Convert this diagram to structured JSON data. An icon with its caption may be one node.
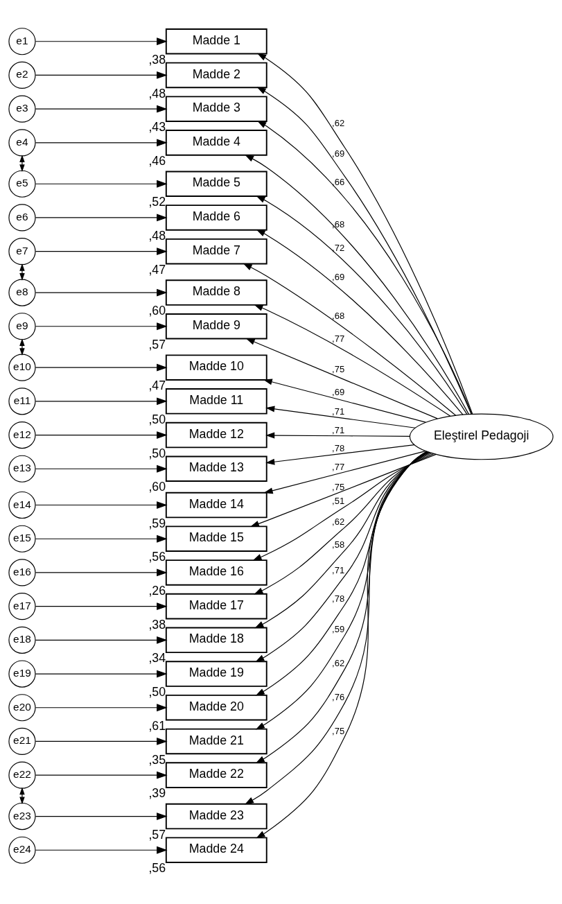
{
  "diagram": {
    "nodes": [
      {
        "text": [
          "e1"
        ]
      },
      {
        "text": [
          "e2"
        ]
      },
      {
        "text": [
          "e3"
        ]
      },
      {
        "text": [
          "e4"
        ]
      },
      {
        "text": [
          "e5"
        ]
      },
      {
        "text": [
          "e6"
        ]
      },
      {
        "text": [
          "e7"
        ]
      },
      {
        "text": [
          "e8"
        ]
      },
      {
        "text": [
          "e9"
        ]
      },
      {
        "text": [
          "e10"
        ]
      },
      {
        "text": [
          "e11"
        ]
      },
      {
        "text": [
          "e12"
        ]
      },
      {
        "text": [
          "e13"
        ]
      },
      {
        "text": [
          "e14"
        ]
      },
      {
        "text": [
          "e15"
        ]
      },
      {
        "text": [
          "e16"
        ]
      },
      {
        "text": [
          "e17"
        ]
      },
      {
        "text": [
          "e18"
        ]
      },
      {
        "text": [
          "e19"
        ]
      },
      {
        "text": [
          "e20"
        ]
      },
      {
        "text": [
          "e21"
        ]
      },
      {
        "text": [
          "e22"
        ]
      },
      {
        "text": [
          "e23"
        ]
      },
      {
        "text": [
          "e24"
        ]
      },
      {
        "text": [
          "Madde 1"
        ],
        "beside": [
          ",38"
        ]
      },
      {
        "text": [
          "Madde 2"
        ],
        "beside": [
          ",48"
        ]
      },
      {
        "text": [
          "Madde 3"
        ],
        "beside": [
          ",43"
        ]
      },
      {
        "text": [
          "Madde 4"
        ],
        "beside": [
          ",46"
        ]
      },
      {
        "text": [
          "Madde 5"
        ],
        "beside": [
          ",52"
        ]
      },
      {
        "text": [
          "Madde 6"
        ],
        "beside": [
          ",48"
        ]
      },
      {
        "text": [
          "Madde 7"
        ],
        "beside": [
          ",47"
        ]
      },
      {
        "text": [
          "Madde 8"
        ],
        "beside": [
          ",60"
        ]
      },
      {
        "text": [
          "Madde 9"
        ],
        "beside": [
          ",57"
        ]
      },
      {
        "text": [
          "Madde 10"
        ],
        "beside": [
          ",47"
        ]
      },
      {
        "text": [
          "Madde 11"
        ],
        "beside": [
          ",50"
        ]
      },
      {
        "text": [
          "Madde 12"
        ],
        "beside": [
          ",50"
        ]
      },
      {
        "text": [
          "Madde 13"
        ],
        "beside": [
          ",60"
        ]
      },
      {
        "text": [
          "Madde 14"
        ],
        "beside": [
          ",59"
        ]
      },
      {
        "text": [
          "Madde 15"
        ],
        "beside": [
          ",56"
        ]
      },
      {
        "text": [
          "Madde 16"
        ],
        "beside": [
          ",26"
        ]
      },
      {
        "text": [
          "Madde 17"
        ],
        "beside": [
          ",38"
        ]
      },
      {
        "text": [
          "Madde 18"
        ],
        "beside": [
          ",34"
        ]
      },
      {
        "text": [
          "Madde 19"
        ],
        "beside": [
          ",50"
        ]
      },
      {
        "text": [
          "Madde 20"
        ],
        "beside": [
          ",61"
        ]
      },
      {
        "text": [
          "Madde 21"
        ],
        "beside": [
          ",35"
        ]
      },
      {
        "text": [
          "Madde 22"
        ],
        "beside": [
          ",39"
        ]
      },
      {
        "text": [
          "Madde 23"
        ],
        "beside": [
          ",57"
        ]
      },
      {
        "text": [
          "Madde 24"
        ],
        "beside": [
          ",56"
        ]
      },
      {
        "text": [
          "Eleştirel Pedagoji"
        ]
      }
    ],
    "edges": [
      {
        "from": 0,
        "to": 24,
        "arrow": "to"
      },
      {
        "from": 1,
        "to": 25,
        "arrow": "to"
      },
      {
        "from": 2,
        "to": 26,
        "arrow": "to"
      },
      {
        "from": 3,
        "to": 27,
        "arrow": "to"
      },
      {
        "from": 4,
        "to": 28,
        "arrow": "to"
      },
      {
        "from": 5,
        "to": 29,
        "arrow": "to"
      },
      {
        "from": 6,
        "to": 30,
        "arrow": "to"
      },
      {
        "from": 7,
        "to": 31,
        "arrow": "to"
      },
      {
        "from": 8,
        "to": 32,
        "arrow": "to"
      },
      {
        "from": 9,
        "to": 33,
        "arrow": "to"
      },
      {
        "from": 10,
        "to": 34,
        "arrow": "to"
      },
      {
        "from": 11,
        "to": 35,
        "arrow": "to"
      },
      {
        "from": 12,
        "to": 36,
        "arrow": "to"
      },
      {
        "from": 13,
        "to": 37,
        "arrow": "to"
      },
      {
        "from": 14,
        "to": 38,
        "arrow": "to"
      },
      {
        "from": 15,
        "to": 39,
        "arrow": "to"
      },
      {
        "from": 16,
        "to": 40,
        "arrow": "to"
      },
      {
        "from": 17,
        "to": 41,
        "arrow": "to"
      },
      {
        "from": 18,
        "to": 42,
        "arrow": "to"
      },
      {
        "from": 19,
        "to": 43,
        "arrow": "to"
      },
      {
        "from": 20,
        "to": 44,
        "arrow": "to"
      },
      {
        "from": 21,
        "to": 45,
        "arrow": "to"
      },
      {
        "from": 22,
        "to": 46,
        "arrow": "to"
      },
      {
        "from": 23,
        "to": 47,
        "arrow": "to"
      },
      {
        "from": 48,
        "to": 24,
        "arrow": "to",
        "label": ",62"
      },
      {
        "from": 48,
        "to": 25,
        "arrow": "to",
        "label": ",69"
      },
      {
        "from": 48,
        "to": 26,
        "arrow": "to",
        "label": ",66"
      },
      {
        "from": 48,
        "to": 27,
        "arrow": "to",
        "label": ",68"
      },
      {
        "from": 48,
        "to": 28,
        "arrow": "to",
        "label": ",72"
      },
      {
        "from": 48,
        "to": 29,
        "arrow": "to",
        "label": ",69"
      },
      {
        "from": 48,
        "to": 30,
        "arrow": "to",
        "label": ",68"
      },
      {
        "from": 48,
        "to": 31,
        "arrow": "to",
        "label": ",77"
      },
      {
        "from": 48,
        "to": 32,
        "arrow": "to",
        "label": ",75"
      },
      {
        "from": 48,
        "to": 33,
        "arrow": "to",
        "label": ",69"
      },
      {
        "from": 48,
        "to": 34,
        "arrow": "to",
        "label": ",71"
      },
      {
        "from": 48,
        "to": 35,
        "arrow": "to",
        "label": ",71"
      },
      {
        "from": 48,
        "to": 36,
        "arrow": "to",
        "label": ",78"
      },
      {
        "from": 48,
        "to": 37,
        "arrow": "to",
        "label": ",77"
      },
      {
        "from": 48,
        "to": 38,
        "arrow": "to",
        "label": ",75"
      },
      {
        "from": 48,
        "to": 39,
        "arrow": "to",
        "label": ",51"
      },
      {
        "from": 48,
        "to": 40,
        "arrow": "to",
        "label": ",62"
      },
      {
        "from": 48,
        "to": 41,
        "arrow": "to",
        "label": ",58"
      },
      {
        "from": 48,
        "to": 42,
        "arrow": "to",
        "label": ",71"
      },
      {
        "from": 48,
        "to": 43,
        "arrow": "to",
        "label": ",78"
      },
      {
        "from": 48,
        "to": 44,
        "arrow": "to",
        "label": ",59"
      },
      {
        "from": 48,
        "to": 45,
        "arrow": "to",
        "label": ",62"
      },
      {
        "from": 48,
        "to": 46,
        "arrow": "to",
        "label": ",76"
      },
      {
        "from": 48,
        "to": 47,
        "arrow": "to",
        "label": ",75"
      },
      {
        "from": 3,
        "to": 4,
        "arrow": "both"
      },
      {
        "from": 6,
        "to": 7,
        "arrow": "both"
      },
      {
        "from": 8,
        "to": 9,
        "arrow": "both"
      },
      {
        "from": 21,
        "to": 22,
        "arrow": "both"
      }
    ]
  }
}
